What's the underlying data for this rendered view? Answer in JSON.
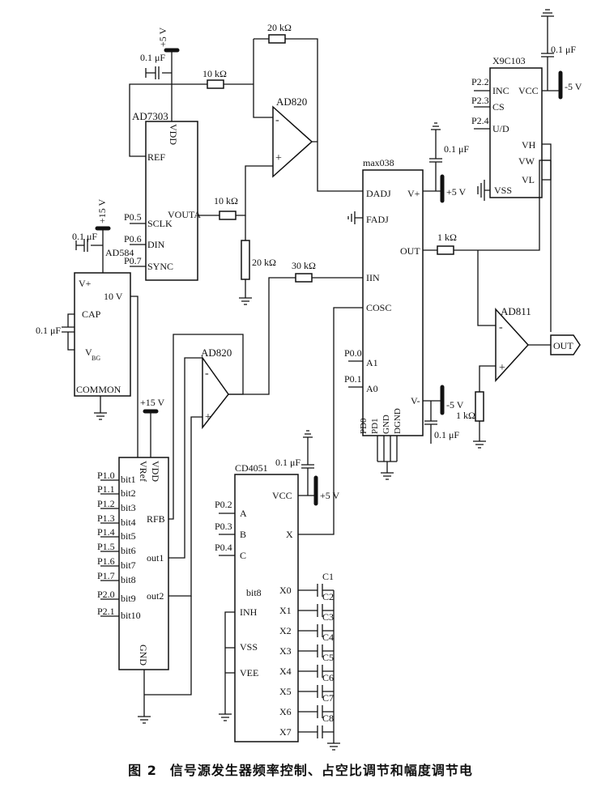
{
  "caption": {
    "figure": "图 2",
    "title": "信号源发生器频率控制、占空比调节和幅度调节电"
  },
  "ad7303": {
    "name": "AD7303",
    "pins": [
      "VDD",
      "REF",
      "VOUTA",
      "SCLK",
      "DIN",
      "SYNC"
    ],
    "ports": [
      "P0.5",
      "P0.6",
      "P0.7"
    ]
  },
  "ad584": {
    "name": "AD584",
    "pins": [
      "V+",
      "10 V",
      "CAP",
      "V",
      "BG",
      "COMMON"
    ]
  },
  "dac": {
    "pins": [
      "VRef",
      "VDD",
      "RFB",
      "out1",
      "out2",
      "GND"
    ],
    "bits": [
      "bit1",
      "bit2",
      "bit3",
      "bit4",
      "bit5",
      "bit6",
      "bit7",
      "bit8",
      "bit9",
      "bit10"
    ],
    "ports": [
      "P1.0",
      "P1.1",
      "P1.2",
      "P1.3",
      "P1.4",
      "P1.5",
      "P1.6",
      "P1.7",
      "P2.0",
      "P2.1"
    ]
  },
  "cd4051": {
    "name": "CD4051",
    "pins": [
      "VCC",
      "A",
      "B",
      "C",
      "X",
      "bit8",
      "INH",
      "VSS",
      "VEE"
    ],
    "channels": [
      "X0",
      "X1",
      "X2",
      "X3",
      "X4",
      "X5",
      "X6",
      "X7"
    ],
    "caps": [
      "C1",
      "C2",
      "C3",
      "C4",
      "C5",
      "C6",
      "C7",
      "C8"
    ],
    "ports": [
      "P0.2",
      "P0.3",
      "P0.4"
    ]
  },
  "max038": {
    "name": "max038",
    "pins": [
      "DADJ",
      "V+",
      "FADJ",
      "OUT",
      "IIN",
      "COSC",
      "A1",
      "A0",
      "V-",
      "PD0",
      "PD1",
      "GND",
      "DGND"
    ],
    "ports": [
      "P0.0",
      "P0.1"
    ]
  },
  "x9c103": {
    "name": "X9C103",
    "pins": [
      "INC",
      "VCC",
      "CS",
      "U/D",
      "VH",
      "VW",
      "VL",
      "VSS"
    ],
    "ports": [
      "P2.2",
      "P2.3",
      "P2.4"
    ]
  },
  "opamps": {
    "ad820_top": "AD820",
    "ad820_mid": "AD820",
    "ad811": "AD811"
  },
  "output_label": "OUT",
  "values": {
    "r_feedback": "20 kΩ",
    "r_ad7303_ref": "10 kΩ",
    "r_ad7303_out": "10 kΩ",
    "r_shunt": "20 kΩ",
    "r_iin": "30 kΩ",
    "r_out": "1 kΩ",
    "r_ad811": "1 kΩ",
    "c_ad7303": "0.1 μF",
    "c_ad584": "0.1 μF",
    "c_cap": "0.1 μF",
    "c_max_top": "0.1 μF",
    "c_max_bot": "0.1 μF",
    "c_x9c": "0.1 μF",
    "c_cd4051": "0.1 μF"
  },
  "rails": {
    "p5_ad7303": "+5 V",
    "p15_ad584": "+15 V",
    "p15_dac": "+15 V",
    "p5_max": "+5 V",
    "m5_max": "-5 V",
    "m5_x9c": "-5 V",
    "p5_cd4051": "+5 V"
  },
  "polarity": {
    "minus": "-",
    "plus": "+"
  }
}
